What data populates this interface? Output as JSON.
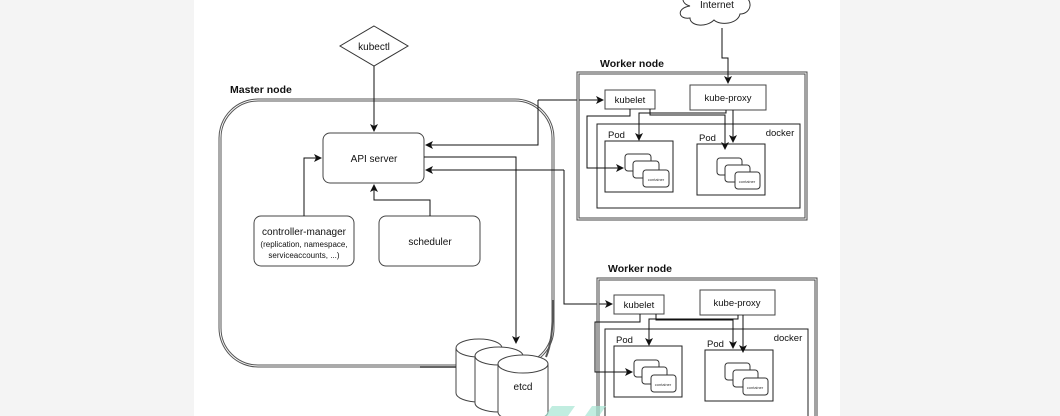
{
  "diagram": {
    "title": "Kubernetes architecture",
    "external": {
      "internet_label": "Internet",
      "kubectl_label": "kubectl"
    },
    "master_node": {
      "label": "Master node",
      "api_server_label": "API server",
      "controller_manager": {
        "title": "controller-manager",
        "line1": "(replication, namespace,",
        "line2": "serviceaccounts, ...)"
      },
      "scheduler_label": "scheduler",
      "etcd_label": "etcd"
    },
    "worker_nodes": [
      {
        "label": "Worker node",
        "kubelet_label": "kubelet",
        "kube_proxy_label": "kube-proxy",
        "runtime_label": "docker",
        "pods": [
          {
            "label": "Pod",
            "containers": [
              "container",
              "container",
              "container"
            ]
          },
          {
            "label": "Pod",
            "containers": [
              "container",
              "container",
              "container"
            ]
          }
        ]
      },
      {
        "label": "Worker node",
        "kubelet_label": "kubelet",
        "kube_proxy_label": "kube-proxy",
        "runtime_label": "docker",
        "pods": [
          {
            "label": "Pod",
            "containers": [
              "container",
              "container",
              "container"
            ]
          },
          {
            "label": "Pod",
            "containers": [
              "container",
              "container",
              "container"
            ]
          }
        ]
      }
    ],
    "colors": {
      "line": "#111111",
      "border": "#333333",
      "watermark": "#9fe3cf"
    }
  }
}
